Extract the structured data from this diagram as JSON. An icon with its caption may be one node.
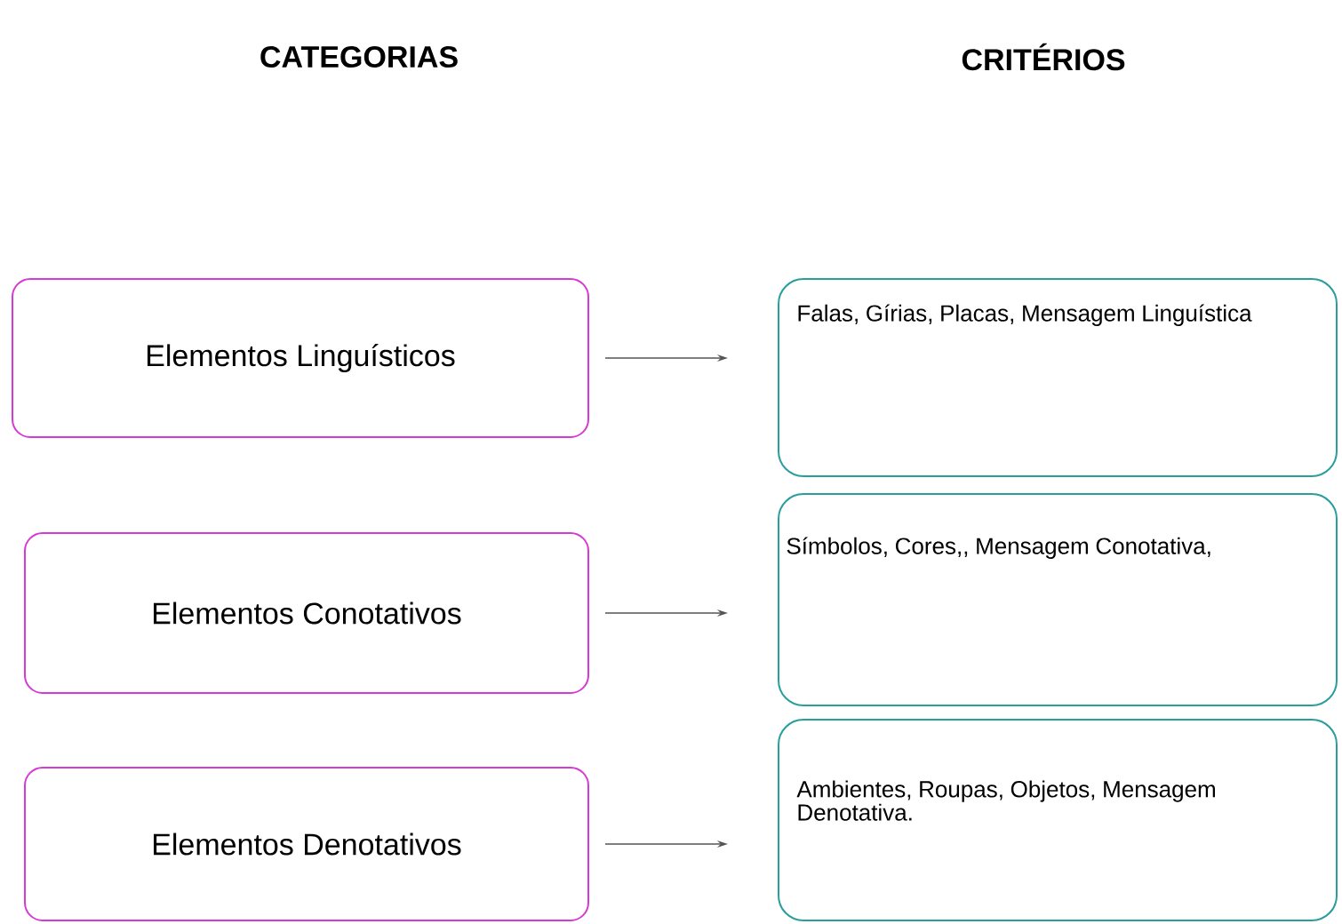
{
  "diagram": {
    "nodes": [
      {
        "text": [
          "Elementos Linguísticos"
        ]
      },
      {
        "text": [
          "Elementos Conotativos"
        ]
      },
      {
        "text": [
          "Elementos Denotativos"
        ]
      },
      {
        "text": [
          "Falas, Gírias, Placas, Mensagem Linguística"
        ]
      },
      {
        "text": [
          "Símbolos, Cores,, Mensagem Conotativa,"
        ]
      },
      {
        "text": [
          "Ambientes, Roupas, Objetos, Mensagem Denotativa."
        ]
      }
    ],
    "edges": [
      {
        "from": 0,
        "to": 3,
        "arrow": "to"
      },
      {
        "from": 1,
        "to": 4,
        "arrow": "to"
      },
      {
        "from": 2,
        "to": 5,
        "arrow": "to"
      }
    ],
    "labels": [
      "CATEGORIAS",
      "CRITÉRIOS"
    ]
  }
}
